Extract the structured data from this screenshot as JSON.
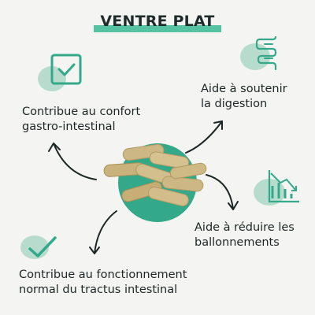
{
  "title": "VENTRE PLAT",
  "benefits": [
    {
      "line1": "Contribue au confort",
      "line2": "gastro-intestinal",
      "icon": "check-square-icon"
    },
    {
      "line1": "Aide à soutenir",
      "line2": "la digestion",
      "icon": "intestine-icon"
    },
    {
      "line1": "Aide à réduire les",
      "line2": "ballonnements",
      "icon": "declining-chart-icon"
    },
    {
      "line1": "Contribue au fonctionnement",
      "line2": "normal du tractus intestinal",
      "icon": "checkmark-icon"
    }
  ],
  "colors": {
    "accent": "#4cbf9c",
    "blob": "#b7dccd",
    "circle": "#34a98a",
    "capsule": "#cdb885",
    "text": "#1d2626",
    "background": "#f4f4f2"
  }
}
